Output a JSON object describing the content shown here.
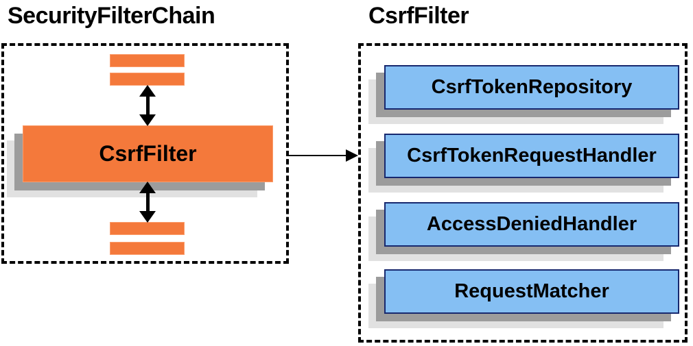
{
  "diagram": {
    "left": {
      "title": "SecurityFilterChain",
      "main_box_label": "CsrfFilter"
    },
    "right": {
      "title": "CsrfFilter",
      "components": [
        "CsrfTokenRepository",
        "CsrfTokenRequestHandler",
        "AccessDeniedHandler",
        "RequestMatcher"
      ]
    },
    "colors": {
      "orange_fill": "#F4793B",
      "orange_border": "#FB9D6C",
      "blue_fill": "#85BFF3",
      "blue_border": "#17286E",
      "shadow_dark": "#9C9C9C",
      "shadow_light": "#E1E1E1",
      "arrow": "#000000",
      "text": "#000000"
    }
  }
}
